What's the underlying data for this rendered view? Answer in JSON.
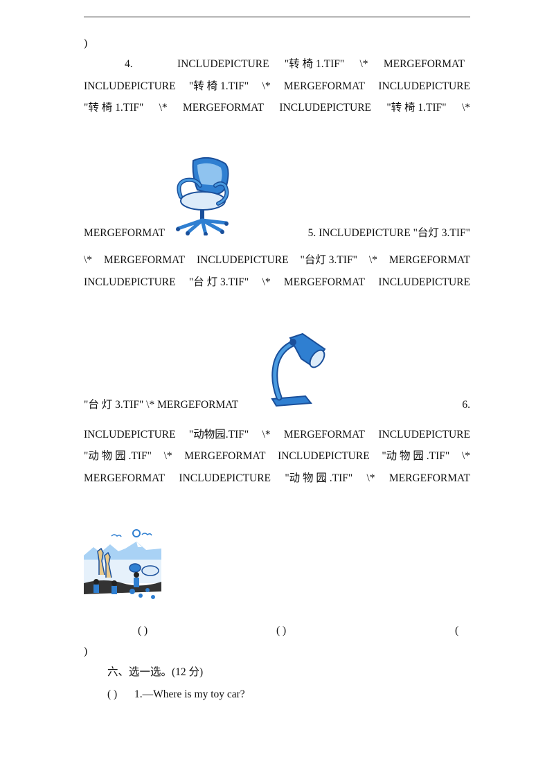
{
  "page": {
    "closing_paren": ")",
    "item4": {
      "number": "4.",
      "line1_rest": [
        "INCLUDEPICTURE",
        "\"转 椅 1.TIF\"",
        "\\*",
        "MERGEFORMAT"
      ],
      "line2": [
        "INCLUDEPICTURE",
        "\"转 椅 1.TIF\"",
        "\\*",
        "MERGEFORMAT",
        "INCLUDEPICTURE"
      ],
      "line3": [
        "\"转 椅 1.TIF\"",
        "\\*",
        "MERGEFORMAT",
        "INCLUDEPICTURE",
        "\"转 椅 1.TIF\"",
        "\\*"
      ],
      "after_image": "MERGEFORMAT"
    },
    "item5": {
      "first": "5.  INCLUDEPICTURE  \"台灯 3.TIF\"",
      "line2": [
        "\\*",
        "MERGEFORMAT",
        "INCLUDEPICTURE",
        "\"台灯 3.TIF\"",
        "\\*",
        "MERGEFORMAT"
      ],
      "line3": [
        "INCLUDEPICTURE",
        "\"台 灯 3.TIF\"",
        "\\*",
        "MERGEFORMAT",
        "INCLUDEPICTURE"
      ],
      "before_image": "\"台 灯  3.TIF\"   \\*   MERGEFORMAT"
    },
    "item6": {
      "number": "6.",
      "line1": [
        "INCLUDEPICTURE",
        "\"动物园.TIF\"",
        "\\*",
        "MERGEFORMAT",
        "INCLUDEPICTURE"
      ],
      "line2": [
        "\"动 物 园 .TIF\"",
        "\\*",
        "MERGEFORMAT",
        "INCLUDEPICTURE",
        "\"动 物 园 .TIF\"",
        "\\*"
      ],
      "line3": [
        "MERGEFORMAT",
        "INCLUDEPICTURE",
        "\"动 物 园 .TIF\"",
        "\\*",
        "MERGEFORMAT"
      ]
    },
    "answer_blanks": [
      "(      )",
      "(      )",
      "("
    ],
    "answer_close": ")",
    "section6": {
      "heading": "六、选一选。(12 分)",
      "q1_blank": "(        )",
      "q1_text": "1.—Where is my toy car?"
    }
  },
  "colors": {
    "illustration_blue": "#2f7fd1",
    "light_blue": "#a9d2f5",
    "dark_blue": "#1a4f9a"
  },
  "icons": [
    "swivel-chair-illustration",
    "desk-lamp-illustration",
    "zoo-scene-illustration"
  ]
}
